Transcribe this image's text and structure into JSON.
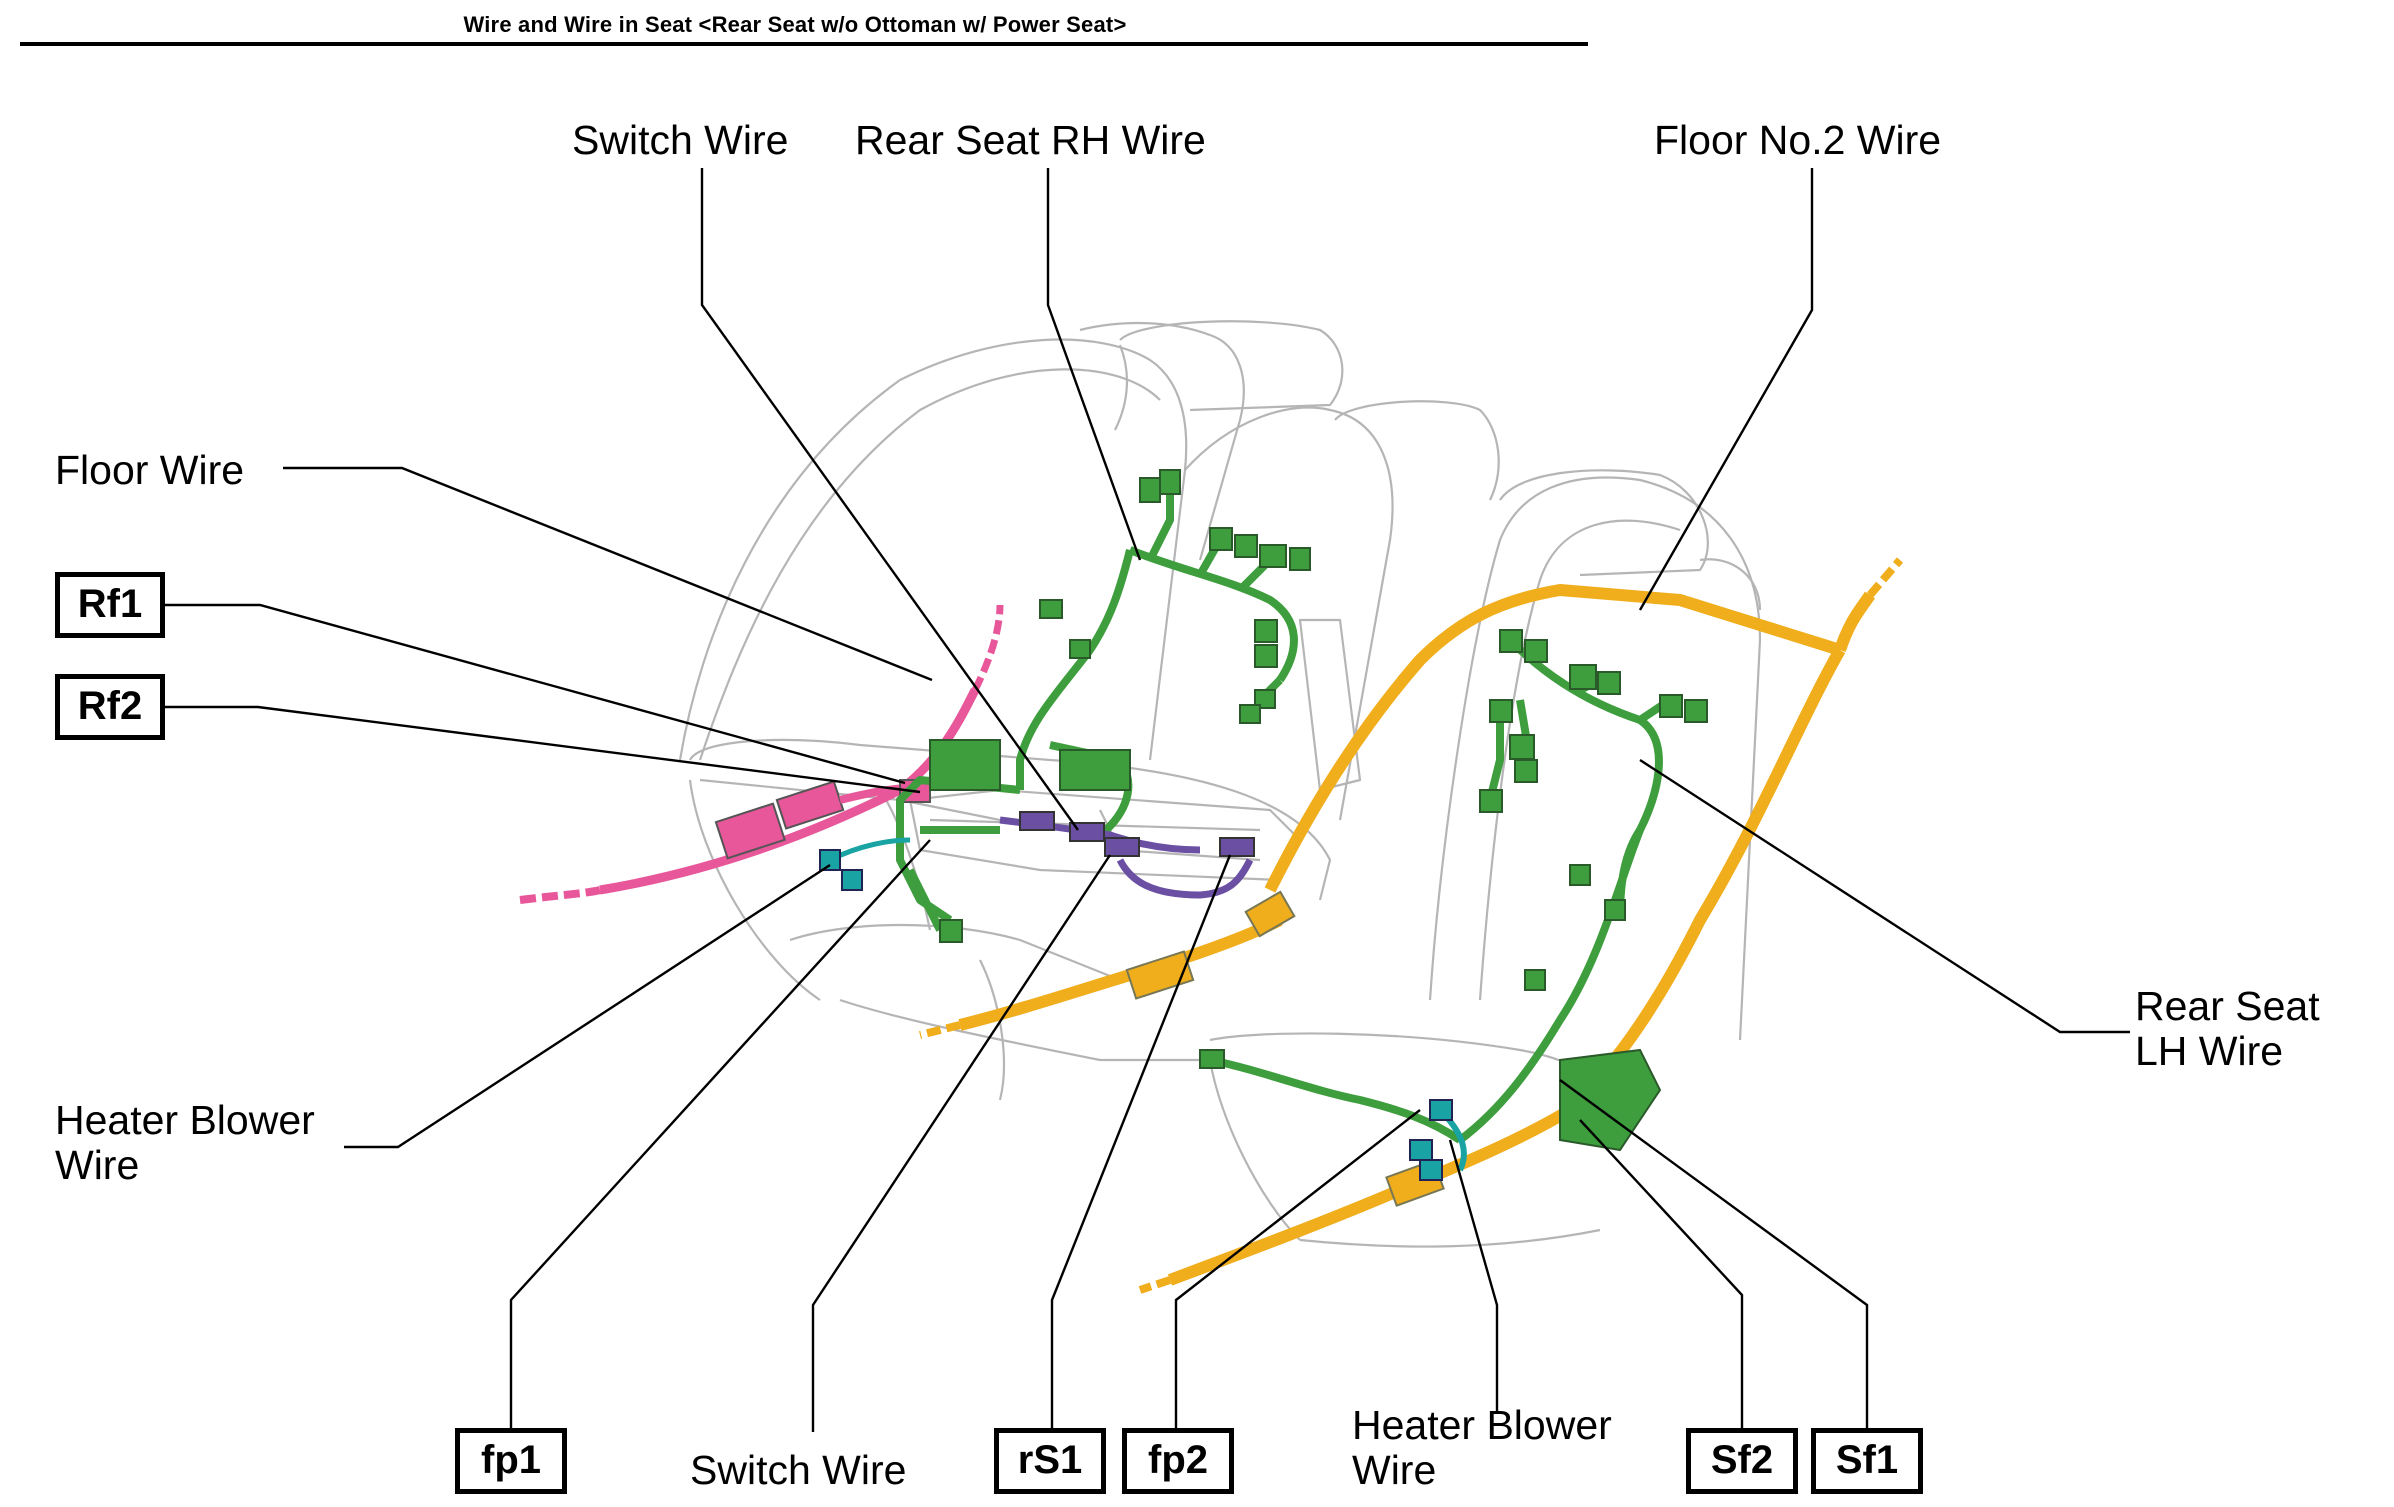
{
  "title": "Wire and Wire in Seat <Rear Seat w/o Ottoman w/ Power Seat>",
  "labels": {
    "switch_wire_top": "Switch Wire",
    "rear_seat_rh_wire": "Rear Seat RH Wire",
    "floor_no2_wire": "Floor No.2 Wire",
    "floor_wire": "Floor Wire",
    "heater_blower_left_1": "Heater Blower",
    "heater_blower_left_2": "Wire",
    "rear_seat_lh_1": "Rear Seat",
    "rear_seat_lh_2": "LH Wire",
    "switch_wire_bottom": "Switch Wire",
    "heater_blower_bottom_1": "Heater Blower",
    "heater_blower_bottom_2": "Wire"
  },
  "connector_codes": {
    "rf1": "Rf1",
    "rf2": "Rf2",
    "fp1": "fp1",
    "rs1": "rS1",
    "fp2": "fp2",
    "sf2": "Sf2",
    "sf1": "Sf1"
  },
  "colors": {
    "floor_wire": "#e8579a",
    "seat_wire": "#3e9e3e",
    "switch_wire": "#6a4fa3",
    "floor_no2_wire": "#f0ad1c",
    "heater_blower_wire": "#1aa3a3",
    "seat_outline": "#b5b5b5"
  }
}
